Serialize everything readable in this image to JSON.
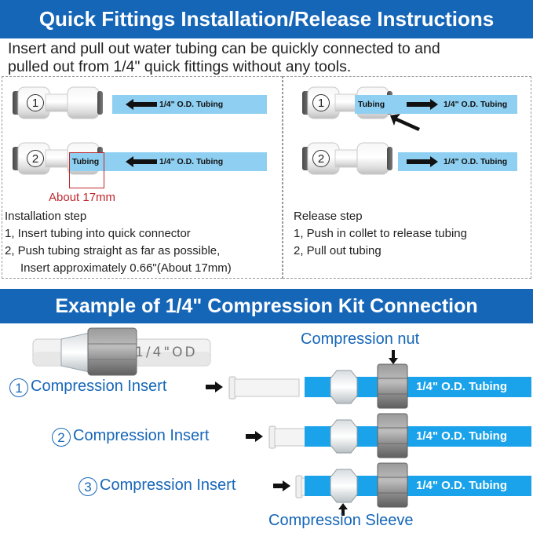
{
  "header": {
    "title": "Quick Fittings Installation/Release Instructions"
  },
  "intro": {
    "line1": "Insert and pull out water tubing can be quickly connected to and",
    "line2": "pulled out from 1/4\" quick fittings without any tools."
  },
  "install_panel": {
    "step1_num": "1",
    "step2_num": "2",
    "tube_label_1": "1/4\" O.D. Tubing",
    "tube_label_2": "1/4\" O.D. Tubing",
    "tubing_inside": "Tubing",
    "about": "About 17mm",
    "title": "Installation step",
    "line1": "1, Insert tubing into quick connector",
    "line2": "2, Push tubing straight as far as possible,",
    "line3": "Insert approximately 0.66\"(About 17mm)"
  },
  "release_panel": {
    "step1_num": "1",
    "step2_num": "2",
    "tube_label_1": "1/4\" O.D. Tubing",
    "tube_label_2": "1/4\" O.D. Tubing",
    "tubing_inside": "Tubing",
    "title": "Release step",
    "line1": "1, Push in collet to release tubing",
    "line2": "2, Pull out tubing"
  },
  "kit": {
    "title": "Example of 1/4\" Compression Kit Connection",
    "tube_print": "1/4\"OD",
    "nut_label": "Compression nut",
    "sleeve_label": "Compression Sleeve",
    "rows": [
      {
        "num": "1",
        "label": "Compression Insert",
        "tube_label": "1/4\" O.D. Tubing"
      },
      {
        "num": "2",
        "label": "Compression Insert",
        "tube_label": "1/4\" O.D. Tubing"
      },
      {
        "num": "3",
        "label": "Compression Insert",
        "tube_label": "1/4\" O.D. Tubing"
      }
    ]
  },
  "colors": {
    "banner": "#1666b8",
    "tube_light": "#8fd0f2",
    "tube_blue": "#1aa3ea",
    "accent_red": "#c0262d"
  }
}
